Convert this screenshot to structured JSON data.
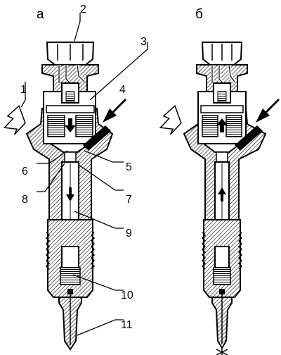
{
  "panels": [
    {
      "id": "a",
      "label": "а"
    },
    {
      "id": "b",
      "label": "б"
    }
  ],
  "callouts": [
    "1",
    "2",
    "3",
    "4",
    "5",
    "6",
    "7",
    "8",
    "9",
    "10",
    "11"
  ],
  "colors": {
    "ink": "#000000",
    "paper": "#ffffff"
  }
}
